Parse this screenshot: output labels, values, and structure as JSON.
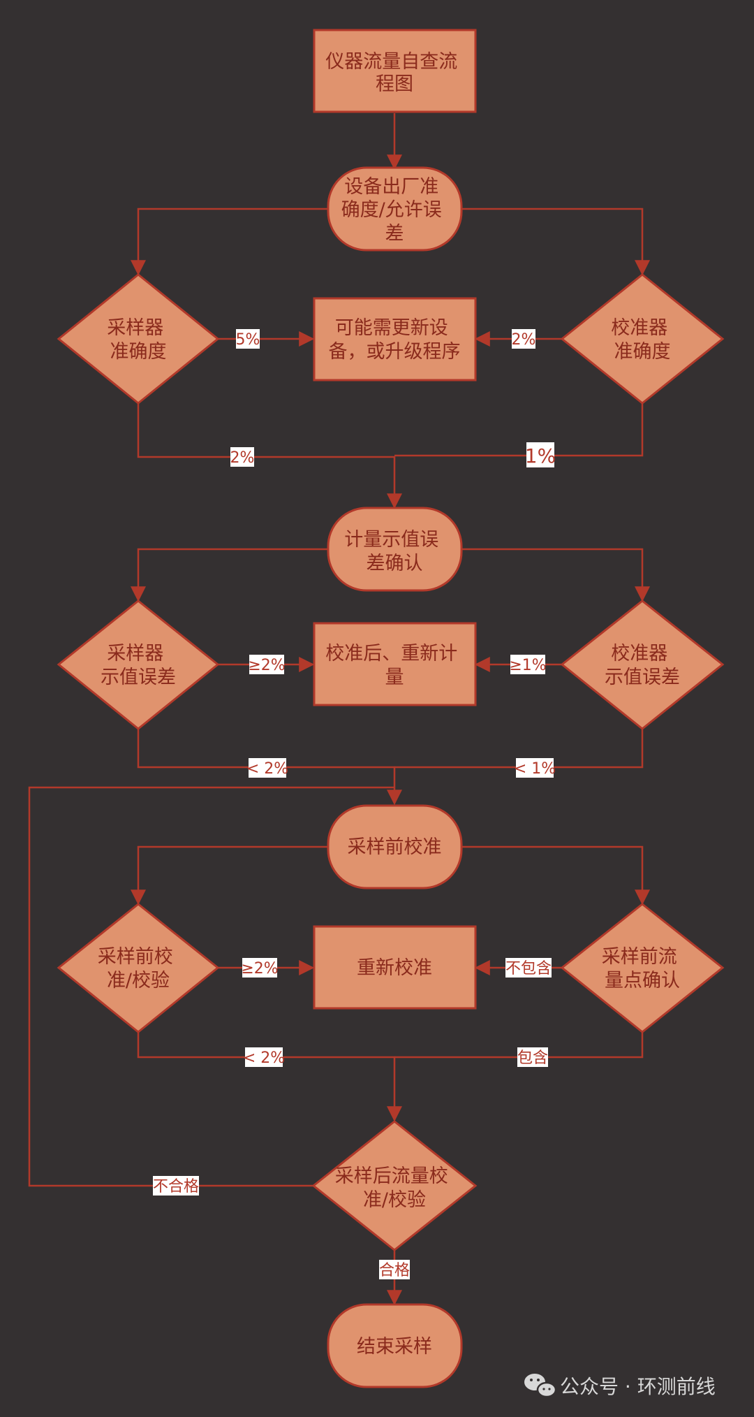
{
  "nodes": {
    "start": [
      "仪器流量自查流",
      "程图"
    ],
    "factory": [
      "设备出厂准",
      "确度/允许误",
      "差"
    ],
    "sampler_acc": [
      "采样器",
      "准确度"
    ],
    "update": [
      "可能需更新设",
      "备，或升级程序"
    ],
    "calib_acc": [
      "校准器",
      "准确度"
    ],
    "metering": [
      "计量示值误",
      "差确认"
    ],
    "sampler_err": [
      "采样器",
      "示值误差"
    ],
    "remeasure": [
      "校准后、重新计",
      "量"
    ],
    "calib_err": [
      "校准器",
      "示值误差"
    ],
    "pre_calib": [
      "采样前校准"
    ],
    "pre_check": [
      "采样前校",
      "准/校验"
    ],
    "recalib": [
      "重新校准"
    ],
    "flow_point": [
      "采样前流",
      "量点确认"
    ],
    "post_check": [
      "采样后流量校",
      "准/校验"
    ],
    "end": [
      "结束采样"
    ]
  },
  "edge_labels": {
    "sampler_5": "5%",
    "calib_2": "2%",
    "sampler_2": "2%",
    "calib_1": "1%",
    "sampler_ge2": "≥2%",
    "calib_ge1": "≥1%",
    "sampler_lt2": "< 2%",
    "calib_lt1": "< 1%",
    "pre_ge2": "≥2%",
    "not_include": "不包含",
    "pre_lt2": "< 2%",
    "include": "包含",
    "fail": "不合格",
    "pass": "合格"
  },
  "watermark": {
    "icon": "wechat-icon",
    "text": "公众号 · 环测前线"
  },
  "colors": {
    "background": "#343031",
    "node_fill": "#e0936e",
    "node_stroke": "#b2392a",
    "edge": "#b2392a",
    "text": "#8a2a1c",
    "label_bg": "#ffffff"
  }
}
